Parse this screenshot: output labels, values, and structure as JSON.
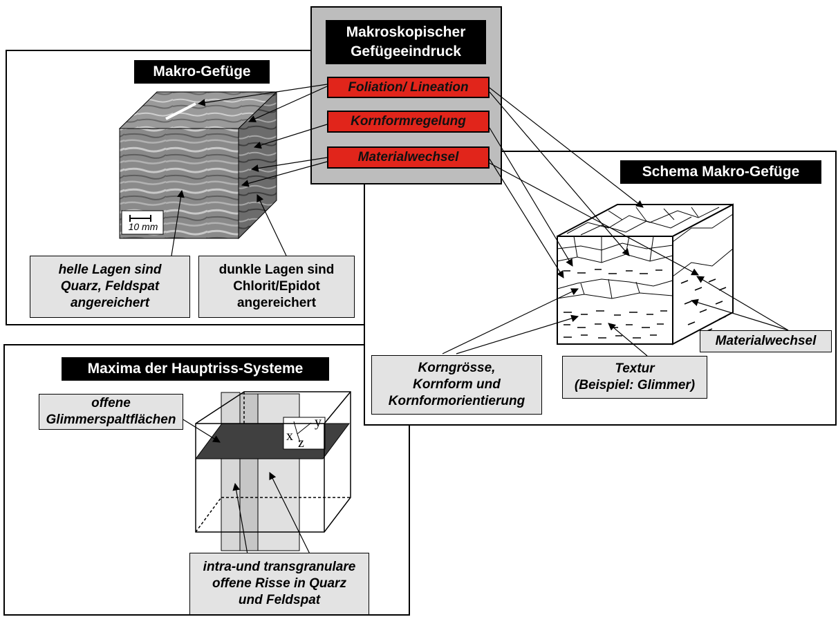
{
  "center": {
    "title_line1": "Makroskopischer",
    "title_line2": "Gefügeeindruck",
    "items": [
      "Foliation/ Lineation",
      "Kornformregelung",
      "Materialwechsel"
    ]
  },
  "makro_panel": {
    "title": "Makro-Gefüge",
    "scale_label": "10 mm",
    "label_left": [
      "helle Lagen sind",
      "Quarz, Feldspat",
      "angereichert"
    ],
    "label_right": [
      "dunkle Lagen sind",
      "Chlorit/Epidot",
      "angereichert"
    ]
  },
  "schema_panel": {
    "title": "Schema Makro-Gefüge",
    "label_korn": [
      "Korngrösse,",
      "Kornform und",
      "Kornformorientierung"
    ],
    "label_textur": [
      "Textur",
      "(Beispiel: Glimmer)"
    ],
    "label_material": "Materialwechsel"
  },
  "maxima_panel": {
    "title": "Maxima der Hauptriss-Systeme",
    "label_offene": [
      "offene",
      "Glimmerspaltflächen"
    ],
    "label_risse": [
      "intra-und transgranulare",
      "offene Risse in Quarz",
      "und Feldspat"
    ],
    "axis_x": "x",
    "axis_y": "y",
    "axis_z": "z"
  },
  "colors": {
    "red_box": "#e1251b",
    "center_panel": "#bdbdbd",
    "label_box": "#e3e3e3",
    "title_bar": "#000000"
  }
}
